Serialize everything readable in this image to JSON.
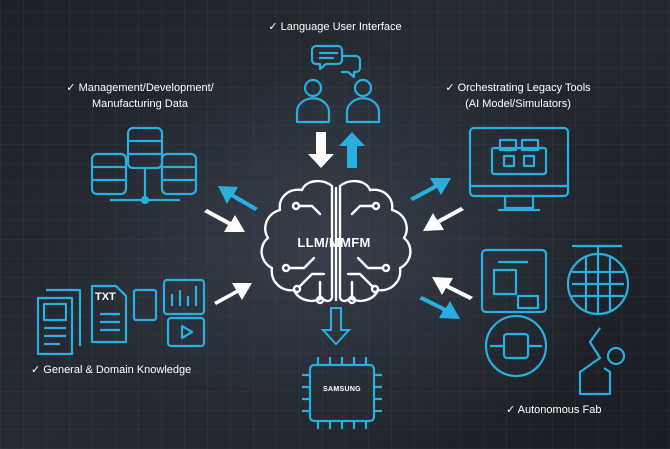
{
  "labels": {
    "language_ui": "✓ Language User Interface",
    "management_line1": "✓ Management/Development/",
    "management_line2": "Manufacturing Data",
    "orchestrating_line1": "✓ Orchestrating Legacy Tools",
    "orchestrating_line2": "(AI Model/Simulators)",
    "general_knowledge": "✓ General & Domain Knowledge",
    "autonomous_fab": "✓ Autonomous Fab"
  },
  "center": {
    "model_label": "LLM/MMFM",
    "chip_label": "SAMSUNG"
  },
  "document_icon_text": "TXT",
  "colors": {
    "accent_blue": "#29aee0",
    "icon_white": "#ffffff",
    "background": "#1e2229"
  },
  "icons": [
    "people-chat-icon",
    "database-icon",
    "monitor-tool-icon",
    "brain-circuit-icon",
    "documents-icon",
    "chip-icon",
    "robot-arm-icon",
    "wafer-icon"
  ]
}
